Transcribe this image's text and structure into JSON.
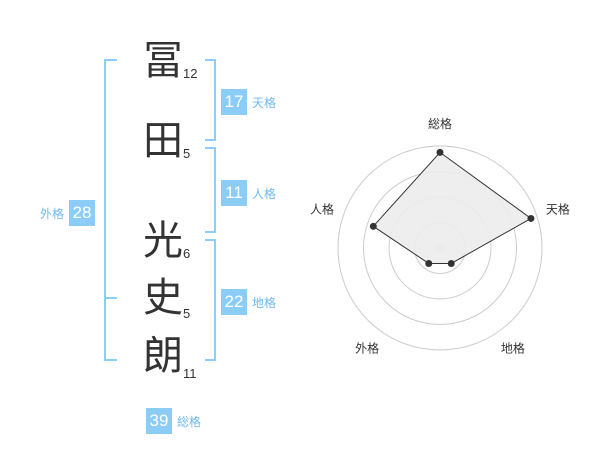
{
  "name": {
    "chars": [
      {
        "char": "冨",
        "strokes": "12"
      },
      {
        "char": "田",
        "strokes": "5"
      },
      {
        "char": "光",
        "strokes": "6"
      },
      {
        "char": "史",
        "strokes": "5"
      },
      {
        "char": "朗",
        "strokes": "11"
      }
    ]
  },
  "kakusu": {
    "tenkaku": {
      "value": "17",
      "label": "天格"
    },
    "jinkaku": {
      "value": "11",
      "label": "人格"
    },
    "chikaku": {
      "value": "22",
      "label": "地格"
    },
    "gaikaku": {
      "value": "28",
      "label": "外格"
    },
    "soukaku": {
      "value": "39",
      "label": "総格"
    }
  },
  "chart_data": {
    "type": "radar",
    "axes": [
      "総格",
      "天格",
      "地格",
      "外格",
      "人格"
    ],
    "values": [
      4,
      4,
      1,
      1,
      3
    ],
    "max": 4,
    "rings": 4,
    "fill_color": "#ececec",
    "line_color": "#333333",
    "ring_color": "#cccccc"
  }
}
